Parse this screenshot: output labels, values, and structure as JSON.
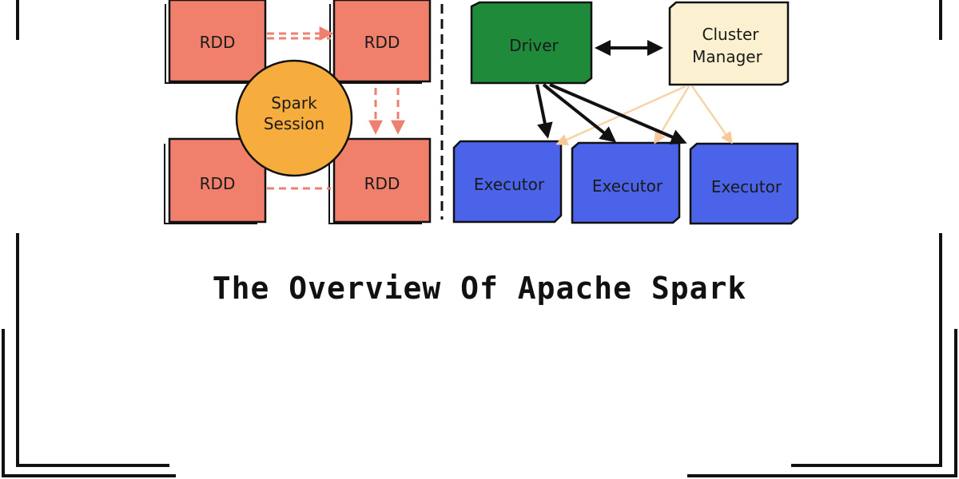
{
  "title": "The Overview Of Apache Spark",
  "diagram": {
    "left": {
      "rdd_nodes": [
        "RDD",
        "RDD",
        "RDD",
        "RDD"
      ],
      "session_label_line1": "Spark",
      "session_label_line2": "Session"
    },
    "right": {
      "driver_label": "Driver",
      "cluster_manager_line1": "Cluster",
      "cluster_manager_line2": "Manager",
      "executors": [
        "Executor",
        "Executor",
        "Executor"
      ]
    }
  },
  "colors": {
    "rdd": "#F07F6C",
    "session": "#F7AD3E",
    "driver": "#1E8A3A",
    "cluster_manager": "#FBF0CF",
    "executor": "#4A63E9",
    "dashed_rdd_arrow": "#EE8070",
    "faint_arrow": "#F8D3A6",
    "outline": "#111111"
  }
}
